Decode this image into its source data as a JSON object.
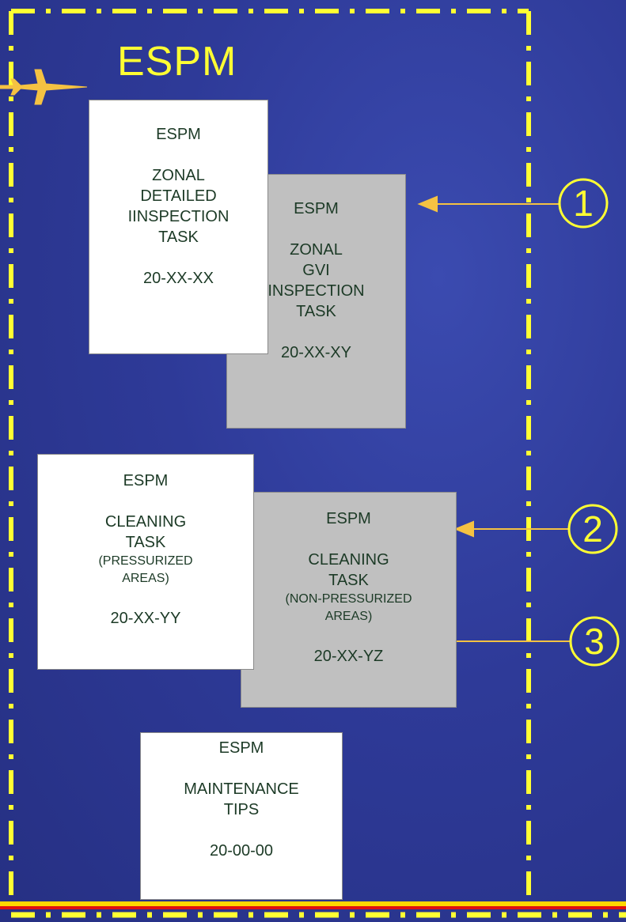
{
  "title": "ESPM",
  "cards": {
    "zonal_detailed": {
      "header": "ESPM",
      "lines": [
        "ZONAL",
        "DETAILED",
        "IINSPECTION",
        "TASK"
      ],
      "code": "20-XX-XX"
    },
    "zonal_gvi": {
      "header": "ESPM",
      "lines": [
        "ZONAL",
        "GVI",
        "INSPECTION",
        "TASK"
      ],
      "code": "20-XX-XY"
    },
    "cleaning_pressurized": {
      "header": "ESPM",
      "lines": [
        "CLEANING",
        "TASK"
      ],
      "sub": [
        "(PRESSURIZED",
        "AREAS)"
      ],
      "code": "20-XX-YY"
    },
    "cleaning_non_pressurized": {
      "header": "ESPM",
      "lines": [
        "CLEANING",
        "TASK"
      ],
      "sub": [
        "(NON-PRESSURIZED",
        "AREAS)"
      ],
      "code": "20-XX-YZ"
    },
    "maintenance_tips": {
      "header": "ESPM",
      "lines": [
        "MAINTENANCE",
        "TIPS"
      ],
      "code": "20-00-00"
    }
  },
  "markers": [
    "1",
    "2",
    "3"
  ],
  "colors": {
    "accent": "#ffff33",
    "arrow": "#f5c242",
    "background": "#2e3a98",
    "card_white": "#ffffff",
    "card_grey": "#c0c0c0",
    "card_text": "#1c3a26"
  }
}
